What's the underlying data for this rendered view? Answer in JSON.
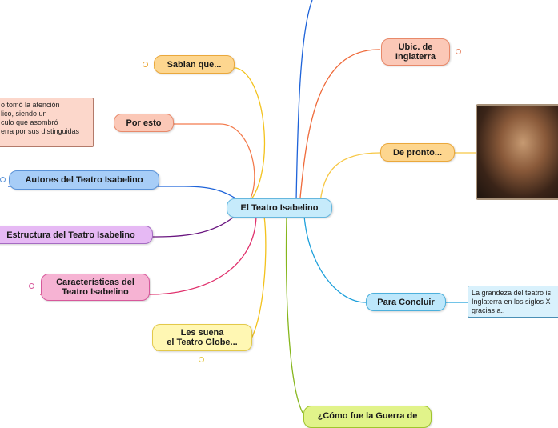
{
  "central": {
    "label": "El Teatro Isabelino"
  },
  "nodes": {
    "sabian": {
      "label": "Sabian que..."
    },
    "por_esto": {
      "label": "Por esto"
    },
    "autores": {
      "label": "Autores del Teatro Isabelino"
    },
    "estructura": {
      "label": "Estructura del Teatro Isabelino"
    },
    "caracteristicas": {
      "label": "Características del\nTeatro Isabelino"
    },
    "les_suena": {
      "label": "Les suena\nel Teatro Globe..."
    },
    "ubic": {
      "label": "Ubic. de\nInglaterra"
    },
    "de_pronto": {
      "label": "De pronto..."
    },
    "para_concluir": {
      "label": "Para Concluir"
    },
    "como_fue": {
      "label": "¿Cómo fue la Guerra de"
    }
  },
  "notes": {
    "por_esto": "o tomó la atención\nlico, siendo un\nculo que asombró\nerra por sus distinguidas",
    "para_concluir": "La grandeza del teatro is\nInglaterra en los siglos X\ngracias a.."
  },
  "image": {
    "icon": "couple-photo"
  },
  "colors": {
    "orange": "#fdd68f",
    "salmon": "#fbc8b7",
    "blue": "#a7cdf7",
    "purple": "#e6b9f4",
    "pink": "#f6b3d3",
    "yellow": "#fff7b3",
    "lightblue": "#bde7fb",
    "green": "#e1f38a"
  }
}
